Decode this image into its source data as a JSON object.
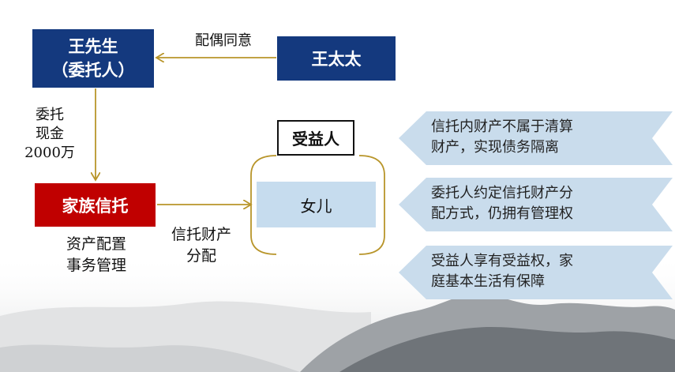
{
  "entities": {
    "settlor_line1": "王先生",
    "settlor_line2": "（委托人）",
    "spouse": "王太太",
    "trust": "家族信托",
    "beneficiary_header": "受益人",
    "daughter": "女儿"
  },
  "labels": {
    "spouse_consent": "配偶同意",
    "cash_line1": "委托",
    "cash_line2": "现金",
    "cash_line3": "2000万",
    "trust_duty_line1": "资产配置",
    "trust_duty_line2": "事务管理",
    "distribution_line1": "信托财产",
    "distribution_line2": "分配"
  },
  "callouts": [
    {
      "line1": "信托内财产不属于清算",
      "line2": "财产，实现债务隔离"
    },
    {
      "line1": "委托人约定信托财产分",
      "line2": "配方式，仍拥有管理权"
    },
    {
      "line1": "受益人享有受益权，家",
      "line2": "庭基本生活有保障"
    }
  ],
  "colors": {
    "navy": "#14397e",
    "red": "#c00000",
    "arrow": "#b8952a",
    "light_blue": "#c6dcee"
  }
}
